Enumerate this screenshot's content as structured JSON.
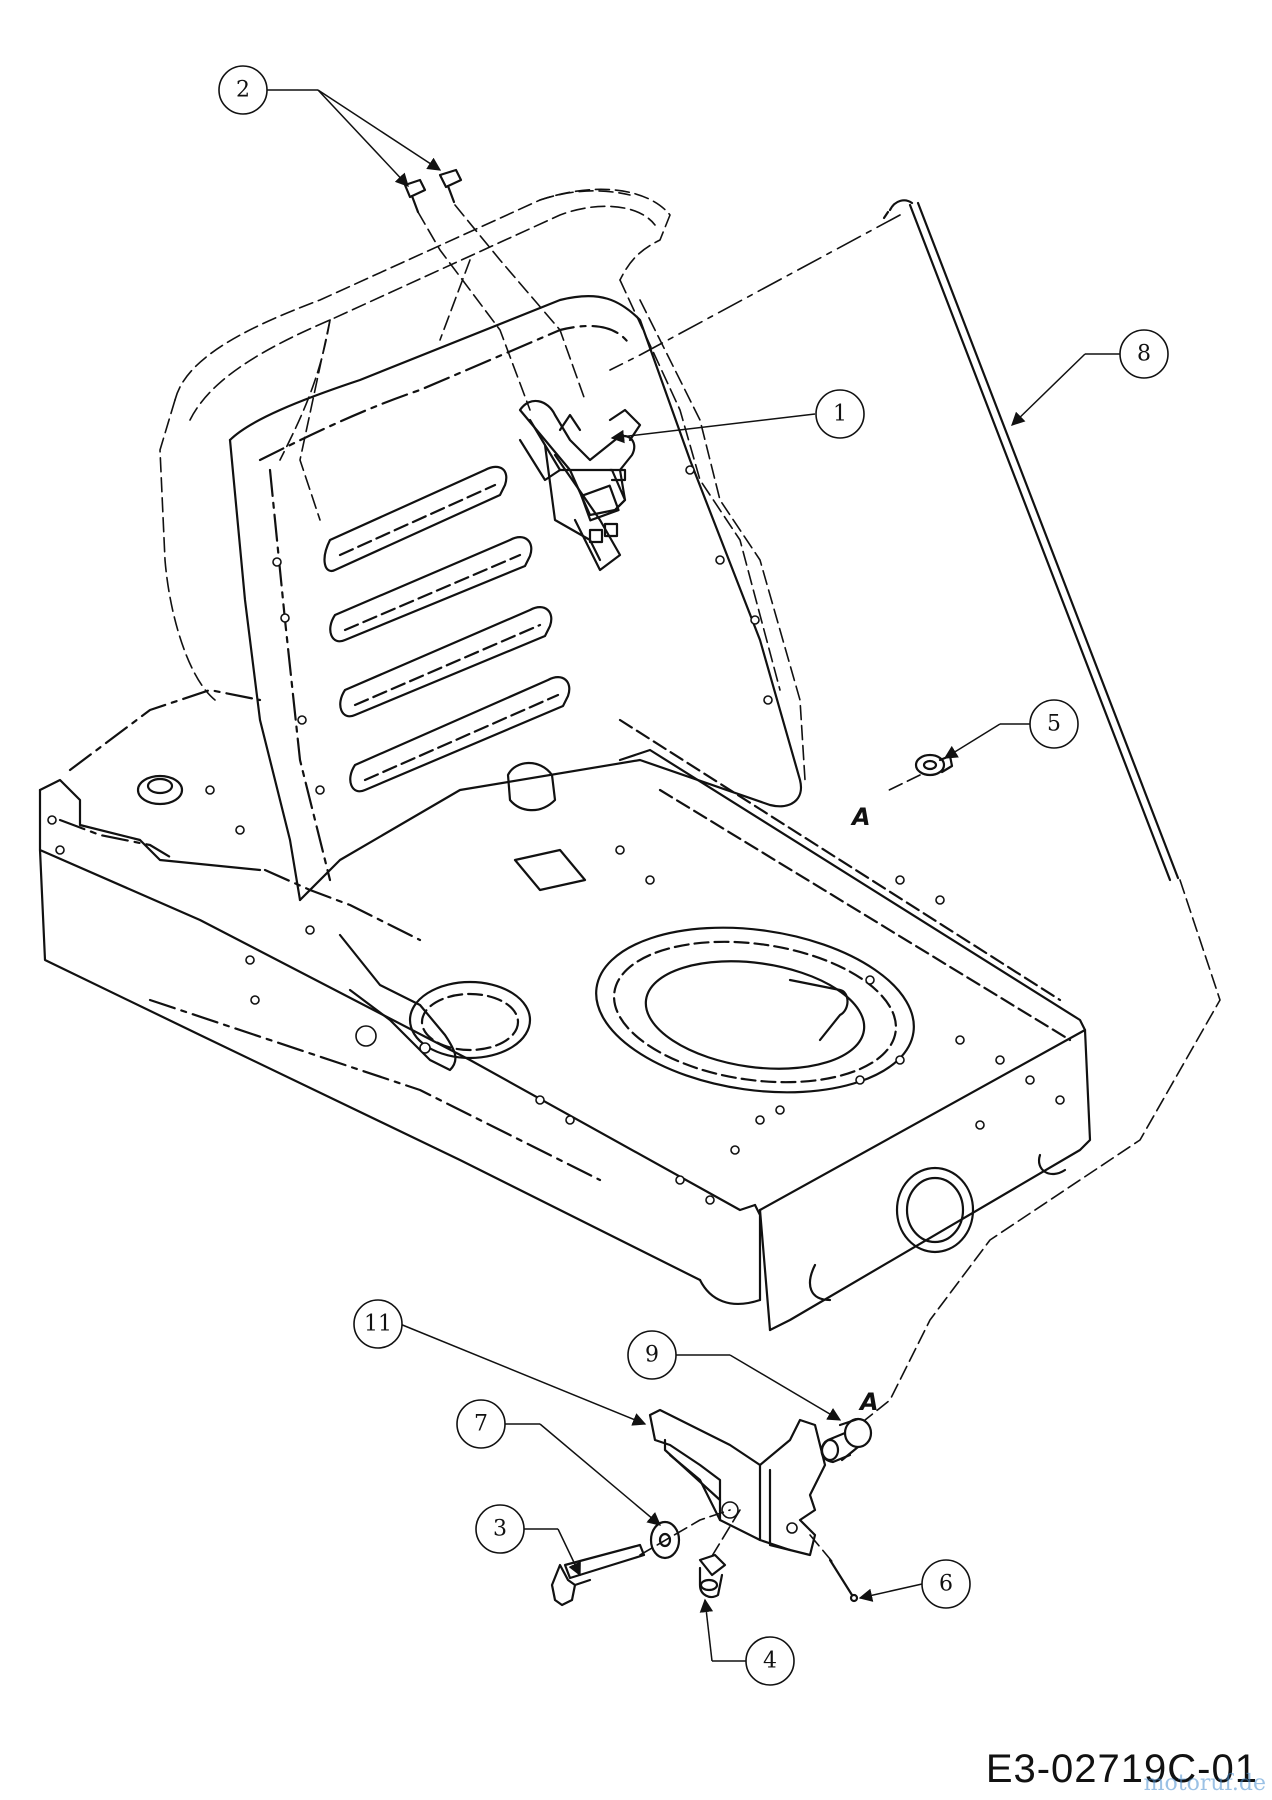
{
  "drawing": {
    "number": "E3-02719C-01",
    "watermark": "motoruf.de",
    "reference_letter": "A"
  },
  "callouts": [
    {
      "label": "1",
      "part": "lever-assembly"
    },
    {
      "label": "2",
      "part": "screws"
    },
    {
      "label": "3",
      "part": "bolt"
    },
    {
      "label": "4",
      "part": "pin"
    },
    {
      "label": "5",
      "part": "nut"
    },
    {
      "label": "6",
      "part": "spring-pin"
    },
    {
      "label": "7",
      "part": "washer"
    },
    {
      "label": "8",
      "part": "rod"
    },
    {
      "label": "9",
      "part": "bushing"
    },
    {
      "label": "11",
      "part": "bracket"
    }
  ],
  "colors": {
    "line": "#111111",
    "background": "#ffffff",
    "watermark": "#4a8fd0"
  }
}
